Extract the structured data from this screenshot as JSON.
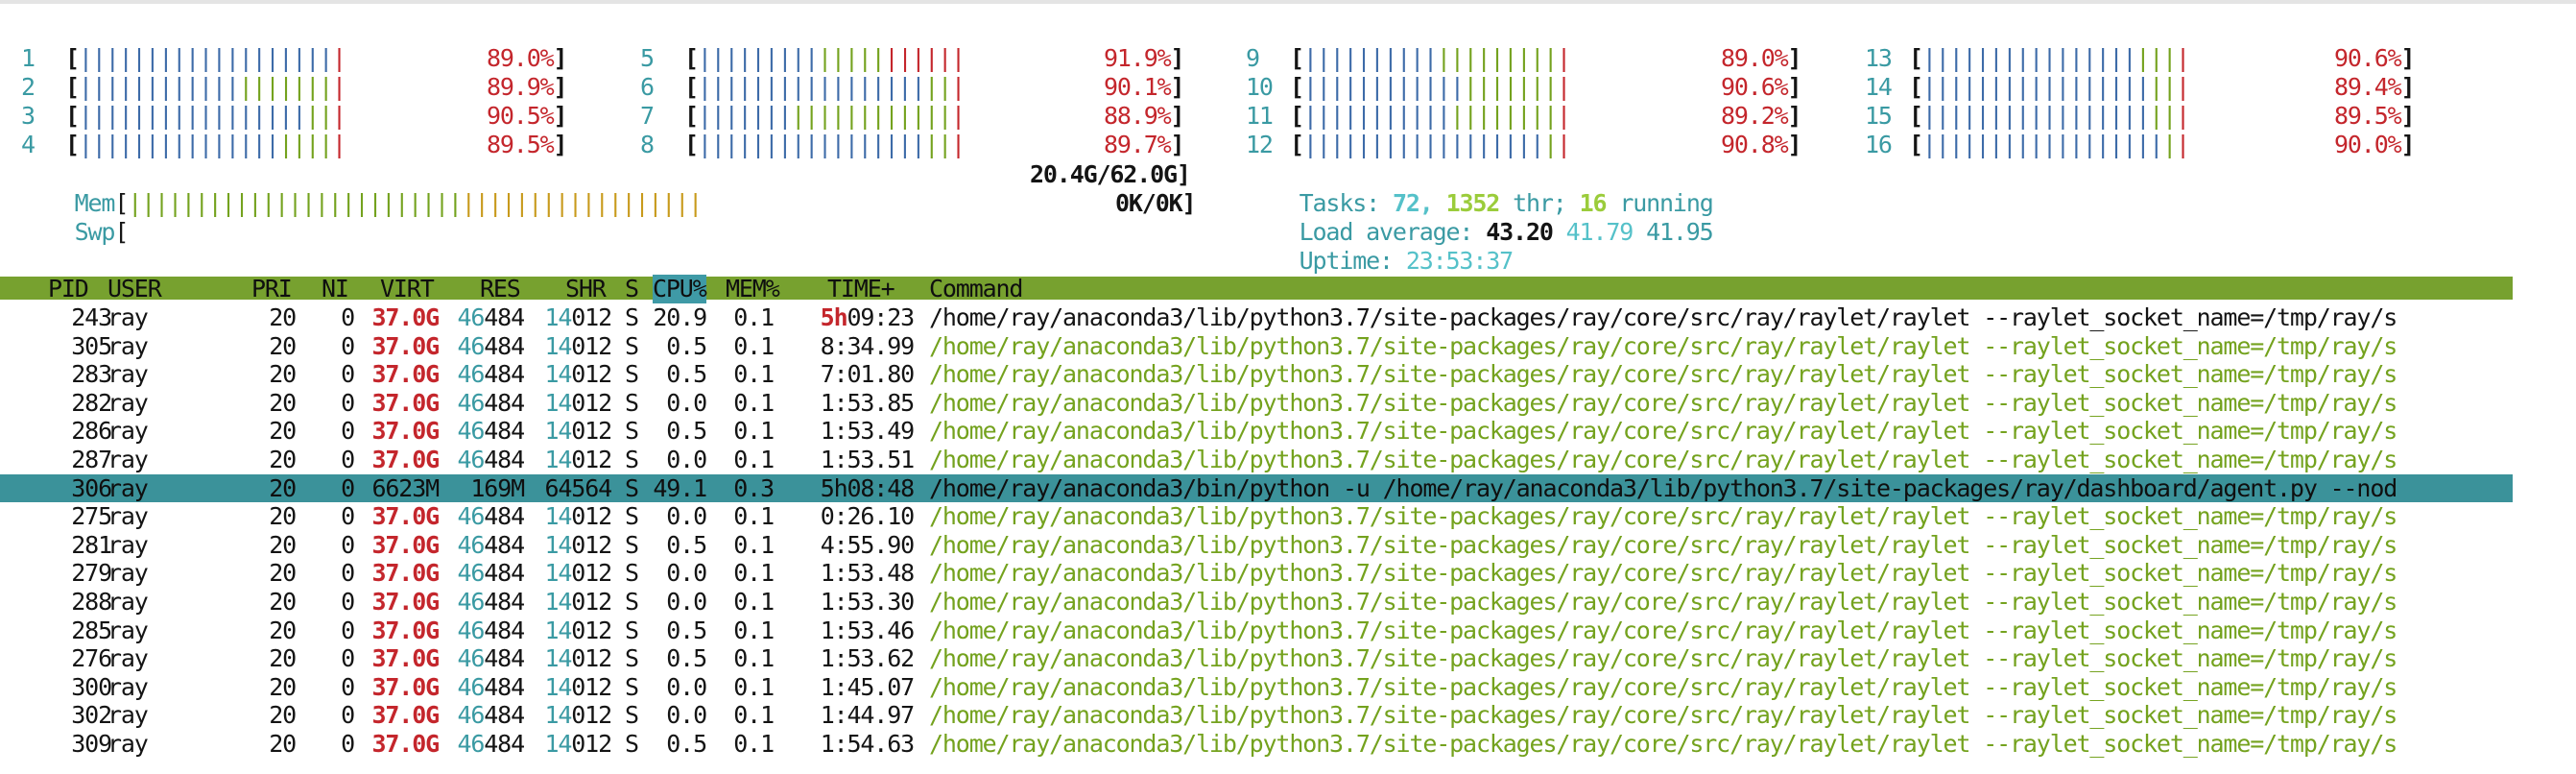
{
  "cpus": [
    {
      "id": "1",
      "pct": "89.0%",
      "blue": 19,
      "green": 0,
      "red": 1
    },
    {
      "id": "2",
      "pct": "89.9%",
      "blue": 12,
      "green": 7,
      "red": 1
    },
    {
      "id": "3",
      "pct": "90.5%",
      "blue": 17,
      "green": 2,
      "red": 1
    },
    {
      "id": "4",
      "pct": "89.5%",
      "blue": 15,
      "green": 4,
      "red": 1
    },
    {
      "id": "5",
      "pct": "91.9%",
      "blue": 9,
      "green": 5,
      "red": 6
    },
    {
      "id": "6",
      "pct": "90.1%",
      "blue": 17,
      "green": 2,
      "red": 1
    },
    {
      "id": "7",
      "pct": "88.9%",
      "blue": 7,
      "green": 12,
      "red": 1
    },
    {
      "id": "8",
      "pct": "89.7%",
      "blue": 17,
      "green": 2,
      "red": 1
    },
    {
      "id": "9",
      "pct": "89.0%",
      "blue": 10,
      "green": 9,
      "red": 1
    },
    {
      "id": "10",
      "pct": "90.6%",
      "blue": 12,
      "green": 7,
      "red": 1
    },
    {
      "id": "11",
      "pct": "89.2%",
      "blue": 11,
      "green": 8,
      "red": 1
    },
    {
      "id": "12",
      "pct": "90.8%",
      "blue": 18,
      "green": 1,
      "red": 1
    },
    {
      "id": "13",
      "pct": "90.6%",
      "blue": 16,
      "green": 3,
      "red": 1
    },
    {
      "id": "14",
      "pct": "89.4%",
      "blue": 17,
      "green": 2,
      "red": 1
    },
    {
      "id": "15",
      "pct": "89.5%",
      "blue": 17,
      "green": 2,
      "red": 1
    },
    {
      "id": "16",
      "pct": "90.0%",
      "blue": 18,
      "green": 1,
      "red": 1
    }
  ],
  "colors": {
    "bar_blue": "#3d6ba8",
    "bar_green": "#74a21e",
    "bar_red": "#c4262c",
    "bar_orange": "#c89a1c",
    "header_bg": "#77a12f",
    "selected_bg": "#3b929a",
    "cyan": "#55c1c9"
  },
  "memory": {
    "label": "Mem",
    "used": "20.4G/62.0G",
    "green_bars": 25,
    "orange_bars": 18
  },
  "swap": {
    "label": "Swp",
    "used": "0K/0K"
  },
  "tasks": {
    "label": "Tasks:",
    "count": "72,",
    "threads": "1352",
    "thr_label": "thr;",
    "running": "16",
    "running_label": "running"
  },
  "load": {
    "label": "Load average:",
    "one": "43.20",
    "five": "41.79",
    "fifteen": "41.95"
  },
  "uptime": {
    "label": "Uptime:",
    "value": "23:53:37"
  },
  "columns": [
    "PID",
    "USER",
    "PRI",
    "NI",
    "VIRT",
    "RES",
    "SHR",
    "S",
    "CPU%",
    "MEM%",
    "TIME+",
    "Command"
  ],
  "sorted_column": "CPU%",
  "processes": [
    {
      "pid": "243",
      "user": "ray",
      "pri": "20",
      "ni": "0",
      "virt": "37.0G",
      "res_hi": "46",
      "res_lo": "484",
      "shr_hi": "14",
      "shr_lo": "012",
      "s": "S",
      "cpu": "20.9",
      "mem": "0.1",
      "time_hi": "5h",
      "time_lo": "09:23",
      "cmd": "/home/ray/anaconda3/lib/python3.7/site-packages/ray/core/src/ray/raylet/raylet --raylet_socket_name=/tmp/ray/s",
      "thread": false,
      "selected": false
    },
    {
      "pid": "305",
      "user": "ray",
      "pri": "20",
      "ni": "0",
      "virt": "37.0G",
      "res_hi": "46",
      "res_lo": "484",
      "shr_hi": "14",
      "shr_lo": "012",
      "s": "S",
      "cpu": "0.5",
      "mem": "0.1",
      "time_hi": "",
      "time_lo": "8:34.99",
      "cmd": "/home/ray/anaconda3/lib/python3.7/site-packages/ray/core/src/ray/raylet/raylet --raylet_socket_name=/tmp/ray/s",
      "thread": true,
      "selected": false
    },
    {
      "pid": "283",
      "user": "ray",
      "pri": "20",
      "ni": "0",
      "virt": "37.0G",
      "res_hi": "46",
      "res_lo": "484",
      "shr_hi": "14",
      "shr_lo": "012",
      "s": "S",
      "cpu": "0.5",
      "mem": "0.1",
      "time_hi": "",
      "time_lo": "7:01.80",
      "cmd": "/home/ray/anaconda3/lib/python3.7/site-packages/ray/core/src/ray/raylet/raylet --raylet_socket_name=/tmp/ray/s",
      "thread": true,
      "selected": false
    },
    {
      "pid": "282",
      "user": "ray",
      "pri": "20",
      "ni": "0",
      "virt": "37.0G",
      "res_hi": "46",
      "res_lo": "484",
      "shr_hi": "14",
      "shr_lo": "012",
      "s": "S",
      "cpu": "0.0",
      "mem": "0.1",
      "time_hi": "",
      "time_lo": "1:53.85",
      "cmd": "/home/ray/anaconda3/lib/python3.7/site-packages/ray/core/src/ray/raylet/raylet --raylet_socket_name=/tmp/ray/s",
      "thread": true,
      "selected": false
    },
    {
      "pid": "286",
      "user": "ray",
      "pri": "20",
      "ni": "0",
      "virt": "37.0G",
      "res_hi": "46",
      "res_lo": "484",
      "shr_hi": "14",
      "shr_lo": "012",
      "s": "S",
      "cpu": "0.5",
      "mem": "0.1",
      "time_hi": "",
      "time_lo": "1:53.49",
      "cmd": "/home/ray/anaconda3/lib/python3.7/site-packages/ray/core/src/ray/raylet/raylet --raylet_socket_name=/tmp/ray/s",
      "thread": true,
      "selected": false
    },
    {
      "pid": "287",
      "user": "ray",
      "pri": "20",
      "ni": "0",
      "virt": "37.0G",
      "res_hi": "46",
      "res_lo": "484",
      "shr_hi": "14",
      "shr_lo": "012",
      "s": "S",
      "cpu": "0.0",
      "mem": "0.1",
      "time_hi": "",
      "time_lo": "1:53.51",
      "cmd": "/home/ray/anaconda3/lib/python3.7/site-packages/ray/core/src/ray/raylet/raylet --raylet_socket_name=/tmp/ray/s",
      "thread": true,
      "selected": false
    },
    {
      "pid": "306",
      "user": "ray",
      "pri": "20",
      "ni": "0",
      "virt": "6623M",
      "res_hi": "",
      "res_lo": "169M",
      "shr_hi": "",
      "shr_lo": "64564",
      "s": "S",
      "cpu": "49.1",
      "mem": "0.3",
      "time_hi": "",
      "time_lo": "5h08:48",
      "cmd": "/home/ray/anaconda3/bin/python -u /home/ray/anaconda3/lib/python3.7/site-packages/ray/dashboard/agent.py --nod",
      "thread": false,
      "selected": true
    },
    {
      "pid": "275",
      "user": "ray",
      "pri": "20",
      "ni": "0",
      "virt": "37.0G",
      "res_hi": "46",
      "res_lo": "484",
      "shr_hi": "14",
      "shr_lo": "012",
      "s": "S",
      "cpu": "0.0",
      "mem": "0.1",
      "time_hi": "",
      "time_lo": "0:26.10",
      "cmd": "/home/ray/anaconda3/lib/python3.7/site-packages/ray/core/src/ray/raylet/raylet --raylet_socket_name=/tmp/ray/s",
      "thread": true,
      "selected": false
    },
    {
      "pid": "281",
      "user": "ray",
      "pri": "20",
      "ni": "0",
      "virt": "37.0G",
      "res_hi": "46",
      "res_lo": "484",
      "shr_hi": "14",
      "shr_lo": "012",
      "s": "S",
      "cpu": "0.5",
      "mem": "0.1",
      "time_hi": "",
      "time_lo": "4:55.90",
      "cmd": "/home/ray/anaconda3/lib/python3.7/site-packages/ray/core/src/ray/raylet/raylet --raylet_socket_name=/tmp/ray/s",
      "thread": true,
      "selected": false
    },
    {
      "pid": "279",
      "user": "ray",
      "pri": "20",
      "ni": "0",
      "virt": "37.0G",
      "res_hi": "46",
      "res_lo": "484",
      "shr_hi": "14",
      "shr_lo": "012",
      "s": "S",
      "cpu": "0.0",
      "mem": "0.1",
      "time_hi": "",
      "time_lo": "1:53.48",
      "cmd": "/home/ray/anaconda3/lib/python3.7/site-packages/ray/core/src/ray/raylet/raylet --raylet_socket_name=/tmp/ray/s",
      "thread": true,
      "selected": false
    },
    {
      "pid": "288",
      "user": "ray",
      "pri": "20",
      "ni": "0",
      "virt": "37.0G",
      "res_hi": "46",
      "res_lo": "484",
      "shr_hi": "14",
      "shr_lo": "012",
      "s": "S",
      "cpu": "0.0",
      "mem": "0.1",
      "time_hi": "",
      "time_lo": "1:53.30",
      "cmd": "/home/ray/anaconda3/lib/python3.7/site-packages/ray/core/src/ray/raylet/raylet --raylet_socket_name=/tmp/ray/s",
      "thread": true,
      "selected": false
    },
    {
      "pid": "285",
      "user": "ray",
      "pri": "20",
      "ni": "0",
      "virt": "37.0G",
      "res_hi": "46",
      "res_lo": "484",
      "shr_hi": "14",
      "shr_lo": "012",
      "s": "S",
      "cpu": "0.5",
      "mem": "0.1",
      "time_hi": "",
      "time_lo": "1:53.46",
      "cmd": "/home/ray/anaconda3/lib/python3.7/site-packages/ray/core/src/ray/raylet/raylet --raylet_socket_name=/tmp/ray/s",
      "thread": true,
      "selected": false
    },
    {
      "pid": "276",
      "user": "ray",
      "pri": "20",
      "ni": "0",
      "virt": "37.0G",
      "res_hi": "46",
      "res_lo": "484",
      "shr_hi": "14",
      "shr_lo": "012",
      "s": "S",
      "cpu": "0.5",
      "mem": "0.1",
      "time_hi": "",
      "time_lo": "1:53.62",
      "cmd": "/home/ray/anaconda3/lib/python3.7/site-packages/ray/core/src/ray/raylet/raylet --raylet_socket_name=/tmp/ray/s",
      "thread": true,
      "selected": false
    },
    {
      "pid": "300",
      "user": "ray",
      "pri": "20",
      "ni": "0",
      "virt": "37.0G",
      "res_hi": "46",
      "res_lo": "484",
      "shr_hi": "14",
      "shr_lo": "012",
      "s": "S",
      "cpu": "0.0",
      "mem": "0.1",
      "time_hi": "",
      "time_lo": "1:45.07",
      "cmd": "/home/ray/anaconda3/lib/python3.7/site-packages/ray/core/src/ray/raylet/raylet --raylet_socket_name=/tmp/ray/s",
      "thread": true,
      "selected": false
    },
    {
      "pid": "302",
      "user": "ray",
      "pri": "20",
      "ni": "0",
      "virt": "37.0G",
      "res_hi": "46",
      "res_lo": "484",
      "shr_hi": "14",
      "shr_lo": "012",
      "s": "S",
      "cpu": "0.0",
      "mem": "0.1",
      "time_hi": "",
      "time_lo": "1:44.97",
      "cmd": "/home/ray/anaconda3/lib/python3.7/site-packages/ray/core/src/ray/raylet/raylet --raylet_socket_name=/tmp/ray/s",
      "thread": true,
      "selected": false
    },
    {
      "pid": "309",
      "user": "ray",
      "pri": "20",
      "ni": "0",
      "virt": "37.0G",
      "res_hi": "46",
      "res_lo": "484",
      "shr_hi": "14",
      "shr_lo": "012",
      "s": "S",
      "cpu": "0.5",
      "mem": "0.1",
      "time_hi": "",
      "time_lo": "1:54.63",
      "cmd": "/home/ray/anaconda3/lib/python3.7/site-packages/ray/core/src/ray/raylet/raylet --raylet_socket_name=/tmp/ray/s",
      "thread": true,
      "selected": false
    }
  ]
}
